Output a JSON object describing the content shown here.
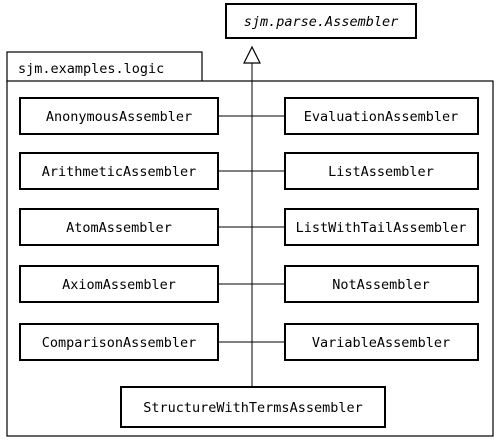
{
  "superclass": "sjm.parse.Assembler",
  "package_name": "sjm.examples.logic",
  "classes": {
    "left": [
      "AnonymousAssembler",
      "ArithmeticAssembler",
      "AtomAssembler",
      "AxiomAssembler",
      "ComparisonAssembler"
    ],
    "right": [
      "EvaluationAssembler",
      "ListAssembler",
      "ListWithTailAssembler",
      "NotAssembler",
      "VariableAssembler"
    ],
    "bottom": "StructureWithTermsAssembler"
  }
}
